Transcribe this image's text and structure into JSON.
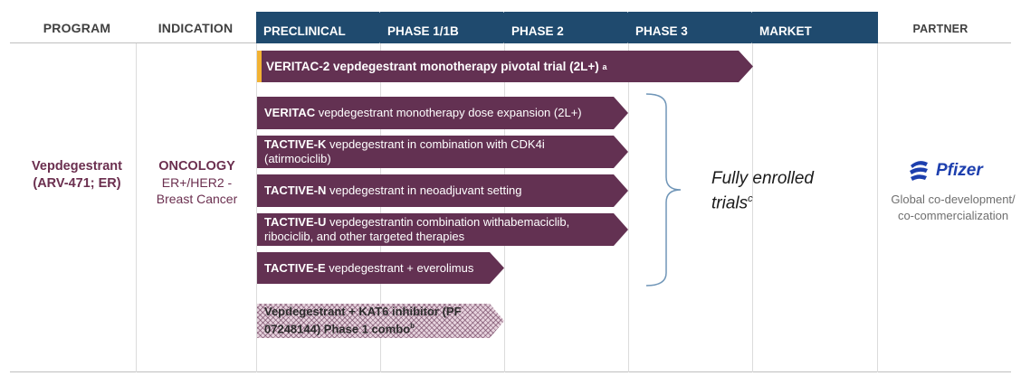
{
  "header": {
    "program_label": "PROGRAM",
    "indication_label": "INDICATION",
    "partner_label": "PARTNER",
    "phases": [
      "PRECLINICAL",
      "PHASE 1/1B",
      "PHASE 2",
      "PHASE 3",
      "MARKET"
    ]
  },
  "program": {
    "line1": "Vepdegestrant",
    "line2": "(ARV-471; ER)"
  },
  "indication": {
    "title": "ONCOLOGY",
    "line1": "ER+/HER2 -",
    "line2": "Breast Cancer"
  },
  "trials": [
    {
      "name": "VERITAC-2",
      "rest": " vepdegestrant monotherapy pivotal trial (2L+)",
      "sup": "a",
      "reaches_phase": "PHASE 3"
    },
    {
      "name": "VERITAC",
      "rest": " vepdegestrant monotherapy dose expansion (2L+)",
      "reaches_phase": "PHASE 2"
    },
    {
      "name": "TACTIVE-K",
      "rest": " vepdegestrant in combination with CDK4i (atirmociclib)",
      "reaches_phase": "PHASE 2"
    },
    {
      "name": "TACTIVE-N",
      "rest": " vepdegestrant in neoadjuvant setting",
      "reaches_phase": "PHASE 2"
    },
    {
      "name": "TACTIVE-U",
      "rest": " vepdegestrantin combination withabemaciclib, ribociclib, and other targeted therapies",
      "reaches_phase": "PHASE 2"
    },
    {
      "name": "TACTIVE-E",
      "rest": " vepdegestrant + everolimus",
      "reaches_phase": "PHASE 1/1B"
    },
    {
      "name": "Vepdegestrant + KAT6 inhibitor (PF 07248144) Phase 1 combo",
      "rest": "",
      "sup": "b",
      "reaches_phase": "PHASE 1/1B"
    }
  ],
  "enrolled": {
    "line1": "Fully enrolled",
    "line2": "trials",
    "sup": "c"
  },
  "partner": {
    "logo_text": "Pfizer",
    "line1": "Global co-development/",
    "line2": "co-commercialization"
  },
  "colors": {
    "phase_header": "#1f4a6e",
    "trial_arrow": "#633152",
    "accent_bar": "#f2b233",
    "program_text": "#6b2f4f",
    "pfizer_blue": "#1d3fae"
  }
}
